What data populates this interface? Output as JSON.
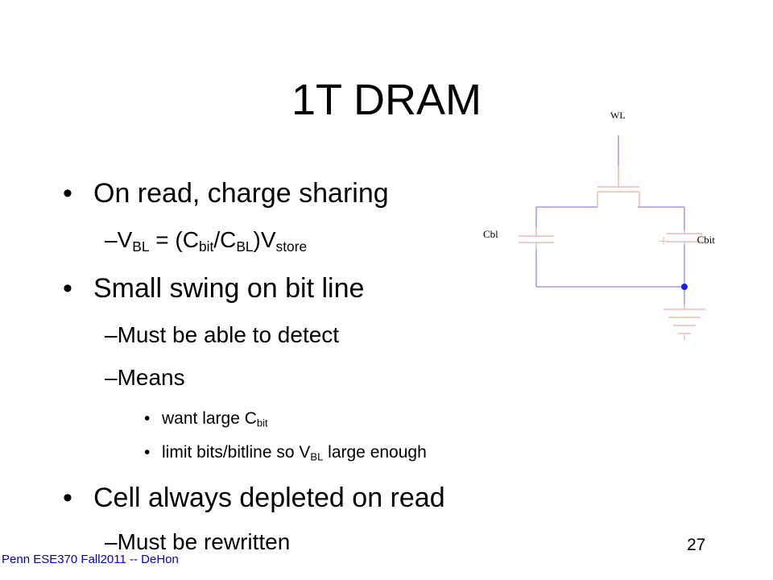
{
  "slide": {
    "title": "1T DRAM",
    "bullet_glyph": "•",
    "dash_glyph": "–",
    "bullets": {
      "charge_sharing": "On read, charge sharing",
      "small_swing": "Small swing on bit line",
      "depleted": "Cell always depleted on read"
    },
    "equation": {
      "v": "V",
      "bl_sub": "BL",
      "eq_open": " = (C",
      "bit_sub": "bit",
      "slash_c": "/C",
      "bl_sub2": "BL",
      "close_v": ")V",
      "store_sub": "store"
    },
    "subbullets": {
      "detect": "Must be able to detect",
      "means": "Means",
      "rewritten": "Must be rewritten"
    },
    "subsub": {
      "want_large": "want large C",
      "bit_sub": "bit",
      "limit_bits": "limit bits/bitline so V",
      "bl_sub": "BL",
      "large_enough": " large enough"
    },
    "circuit": {
      "wl_label": "WL",
      "cbl_label": "Cbl",
      "cbit_label": "Cbit",
      "plus_sign": "+",
      "wire_color": "#9999ee",
      "device_color": "#f2b8b0",
      "node_color": "#1a1aff"
    },
    "footer": "Penn ESE370 Fall2011 -- DeHon",
    "page_number": "27"
  }
}
